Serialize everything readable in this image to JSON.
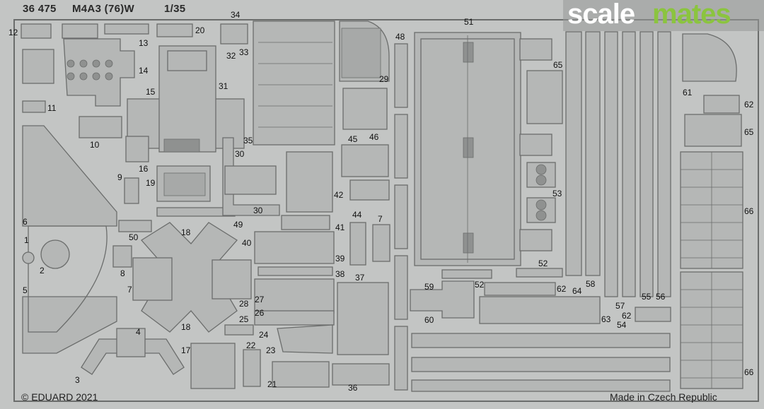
{
  "header": {
    "code": "36 475",
    "model": "M4A3 (76)W",
    "scale": "1/35"
  },
  "watermark": {
    "part1": "scale",
    "part2": "mates",
    "color1": "#ffffff",
    "color2": "#8bc43f"
  },
  "footer": {
    "copyright": "© EDUARD 2021",
    "origin": "Made in Czech Republic"
  },
  "part_numbers": [
    "12",
    "13",
    "34",
    "20",
    "33",
    "32",
    "31",
    "14",
    "15",
    "11",
    "10",
    "16",
    "9",
    "19",
    "35",
    "30",
    "30",
    "29",
    "45",
    "46",
    "42",
    "44",
    "7",
    "41",
    "40",
    "39",
    "38",
    "37",
    "48",
    "51",
    "65",
    "53",
    "52",
    "52",
    "59",
    "60",
    "62",
    "64",
    "63",
    "61",
    "62",
    "65",
    "66",
    "66",
    "57",
    "58",
    "55",
    "56",
    "62",
    "54",
    "49",
    "50",
    "18",
    "18",
    "6",
    "1",
    "2",
    "5",
    "3",
    "4",
    "8",
    "7",
    "28",
    "27",
    "26",
    "25",
    "24",
    "23",
    "22",
    "17",
    "21",
    "36"
  ],
  "colors": {
    "fret": "#c3c5c4",
    "part_fill": "#b3b5b4",
    "part_edge": "#6d6f6e",
    "hole": "#909291"
  }
}
